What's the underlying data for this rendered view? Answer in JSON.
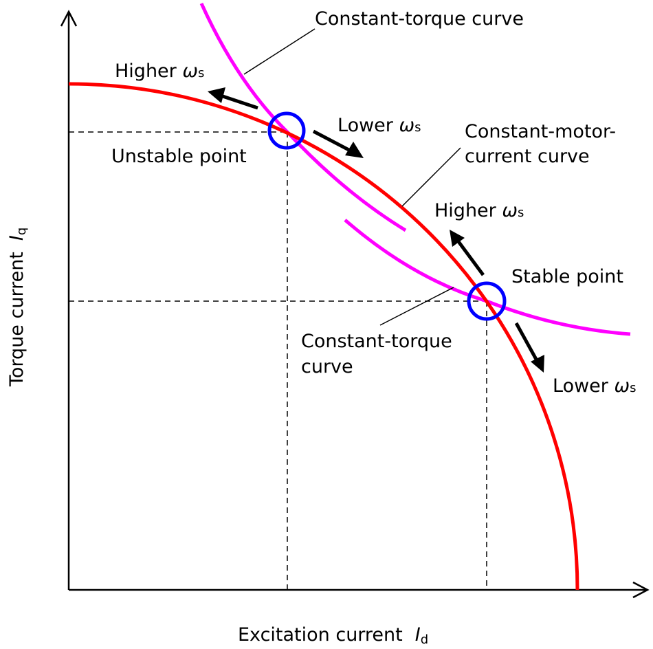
{
  "labels": {
    "top_torque_curve": "Constant-torque curve",
    "higher_top": "Higher",
    "lower_top": "Lower",
    "unstable": "Unstable point",
    "motor_current_1": "Constant-motor-",
    "motor_current_2": "current curve",
    "higher_right": "Higher",
    "stable": "Stable point",
    "bottom_torque_1": "Constant-torque",
    "bottom_torque_2": "curve",
    "lower_right": "Lower",
    "omega": "ω",
    "omega_sub": "s",
    "y_axis": "Torque current",
    "y_sym": "I",
    "y_sub": "q",
    "x_axis": "Excitation current",
    "x_sym": "I",
    "x_sub": "d"
  },
  "colors": {
    "motor_current": "#ff0000",
    "torque": "#ff00ff",
    "points": "#0000ff"
  }
}
